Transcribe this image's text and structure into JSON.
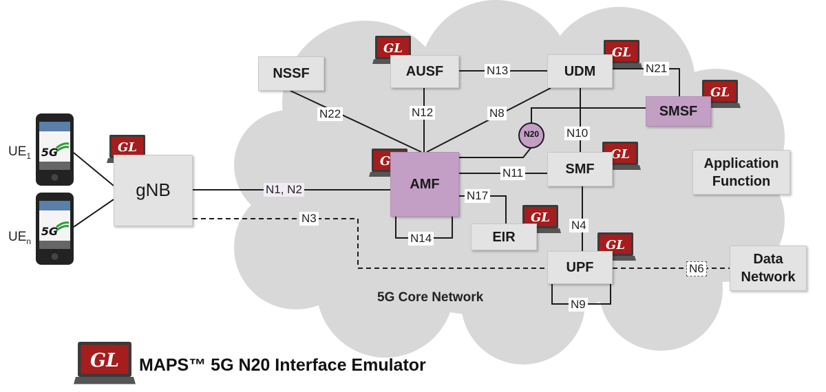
{
  "nodes": {
    "nssf": "NSSF",
    "ausf": "AUSF",
    "udm": "UDM",
    "smsf": "SMSF",
    "amf": "AMF",
    "smf": "SMF",
    "eir": "EIR",
    "upf": "UPF",
    "gnb": "gNB",
    "app_function": "Application Function",
    "data_network": "Data Network",
    "n20": "N20"
  },
  "links": {
    "n1n2": "N1, N2",
    "n3": "N3",
    "n4": "N4",
    "n6": "N6",
    "n8": "N8",
    "n9": "N9",
    "n10": "N10",
    "n11": "N11",
    "n12": "N12",
    "n13": "N13",
    "n14": "N14",
    "n17": "N17",
    "n21": "N21",
    "n22": "N22"
  },
  "ue": {
    "ue1_main": "UE",
    "ue1_sub": "1",
    "uen_main": "UE",
    "uen_sub": "n",
    "phone_badge": "5G"
  },
  "logo_text": "GL",
  "core_network_label": "5G Core Network",
  "title": "MAPS™ 5G N20 Interface Emulator",
  "colors": {
    "node_grey": "#e3e3e3",
    "node_purple": "#c39fc6",
    "cloud": "#d8d8d8",
    "logo_red": "#a51d1d"
  },
  "icons": [
    "gl-laptop-icon",
    "smartphone-icon",
    "cloud-shape"
  ]
}
